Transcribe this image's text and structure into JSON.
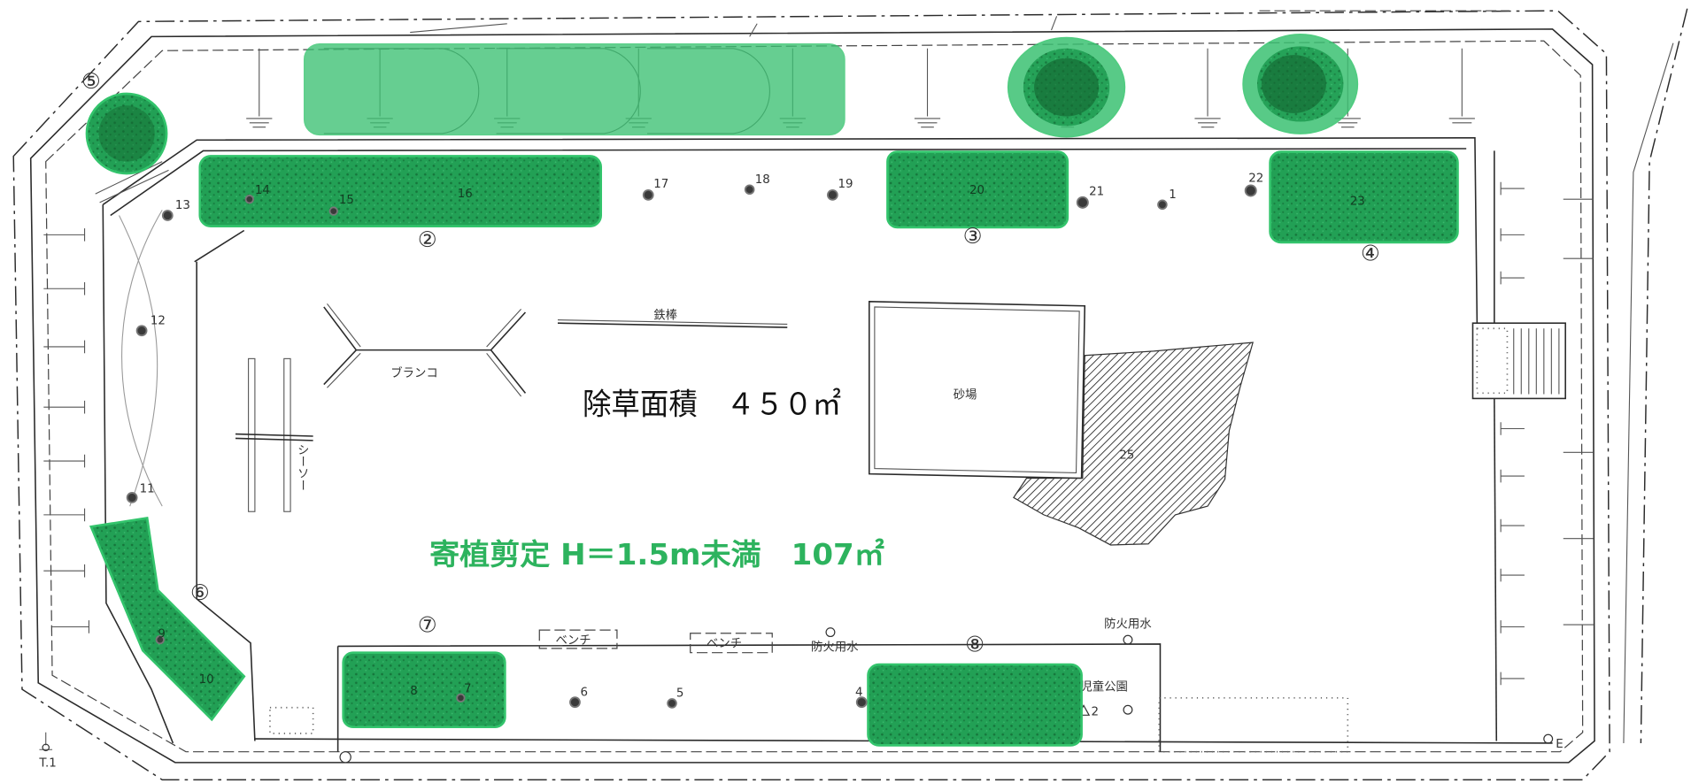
{
  "annotations": {
    "weeding_area": "除草面積　４５０㎡",
    "hedge_pruning": "寄植剪定 H＝1.5m未満　107㎡"
  },
  "facilities": {
    "horizontal_bar": "鉄棒",
    "swing": "ブランコ",
    "seesaw": "シーソー",
    "sandbox": "砂場",
    "bench_1": "ベンチ",
    "bench_2": "ベンチ",
    "fire_water_1": "防火用水",
    "fire_water_2": "防火用水",
    "park_name": "児童公園"
  },
  "zone_numbers": [
    "②",
    "③",
    "④",
    "⑤",
    "⑥",
    "⑦",
    "⑧"
  ],
  "tree_numbers": [
    "13",
    "12",
    "11",
    "17",
    "18",
    "19",
    "21",
    "1",
    "22",
    "6",
    "5",
    "4",
    "2",
    "25",
    "14",
    "15",
    "16",
    "20",
    "23",
    "8",
    "7",
    "9",
    "10"
  ],
  "survey_marks": {
    "t1": "T.1",
    "e": "E"
  },
  "colors": {
    "hedge_fill": "#22a055",
    "hedge_stroke": "#33c46c",
    "band_fill": "#3cc173",
    "note_green": "#2db35e"
  }
}
